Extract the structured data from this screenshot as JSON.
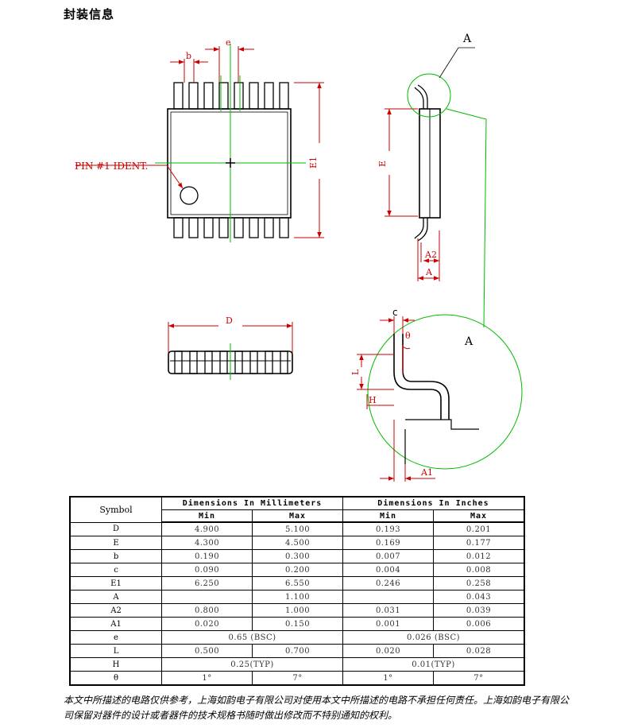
{
  "heading": "封装信息",
  "drawing": {
    "label_b": "b",
    "label_e": "e",
    "label_E1": "E1",
    "label_E": "E",
    "label_D": "D",
    "label_A": "A",
    "label_A2": "A2",
    "label_A1": "A1",
    "label_c": "c",
    "label_theta": "θ",
    "label_L": "L",
    "label_H": "H",
    "detail_label_top": "A",
    "detail_label_circle": "A",
    "pin1_label": "PIN #1 IDENT."
  },
  "table": {
    "symbol_header": "Symbol",
    "mm_header": "Dimensions In Millimeters",
    "in_header": "Dimensions In Inches",
    "min_label": "Min",
    "max_label": "Max",
    "rows": [
      {
        "symbol": "D",
        "mm_min": "4.900",
        "mm_max": "5.100",
        "in_min": "0.193",
        "in_max": "0.201"
      },
      {
        "symbol": "E",
        "mm_min": "4.300",
        "mm_max": "4.500",
        "in_min": "0.169",
        "in_max": "0.177"
      },
      {
        "symbol": "b",
        "mm_min": "0.190",
        "mm_max": "0.300",
        "in_min": "0.007",
        "in_max": "0.012"
      },
      {
        "symbol": "c",
        "mm_min": "0.090",
        "mm_max": "0.200",
        "in_min": "0.004",
        "in_max": "0.008"
      },
      {
        "symbol": "E1",
        "mm_min": "6.250",
        "mm_max": "6.550",
        "in_min": "0.246",
        "in_max": "0.258"
      },
      {
        "symbol": "A",
        "mm_min": "",
        "mm_max": "1.100",
        "in_min": "",
        "in_max": "0.043"
      },
      {
        "symbol": "A2",
        "mm_min": "0.800",
        "mm_max": "1.000",
        "in_min": "0.031",
        "in_max": "0.039"
      },
      {
        "symbol": "A1",
        "mm_min": "0.020",
        "mm_max": "0.150",
        "in_min": "0.001",
        "in_max": "0.006"
      },
      {
        "symbol": "e",
        "mm_span": "0.65 (BSC)",
        "in_span": "0.026 (BSC)"
      },
      {
        "symbol": "L",
        "mm_min": "0.500",
        "mm_max": "0.700",
        "in_min": "0.020",
        "in_max": "0.028"
      },
      {
        "symbol": "H",
        "mm_span": "0.25(TYP)",
        "in_span": "0.01(TYP)"
      },
      {
        "symbol": "θ",
        "mm_min": "1°",
        "mm_max": "7°",
        "in_min": "1°",
        "in_max": "7°"
      }
    ]
  },
  "disclaimer": "本文中所描述的电路仅供参考，上海如韵电子有限公司对使用本文中所描述的电路不承担任何责任。上海如韵电子有限公司保留对器件的设计或者器件的技术规格书随时做出修改而不特别通知的权利。"
}
